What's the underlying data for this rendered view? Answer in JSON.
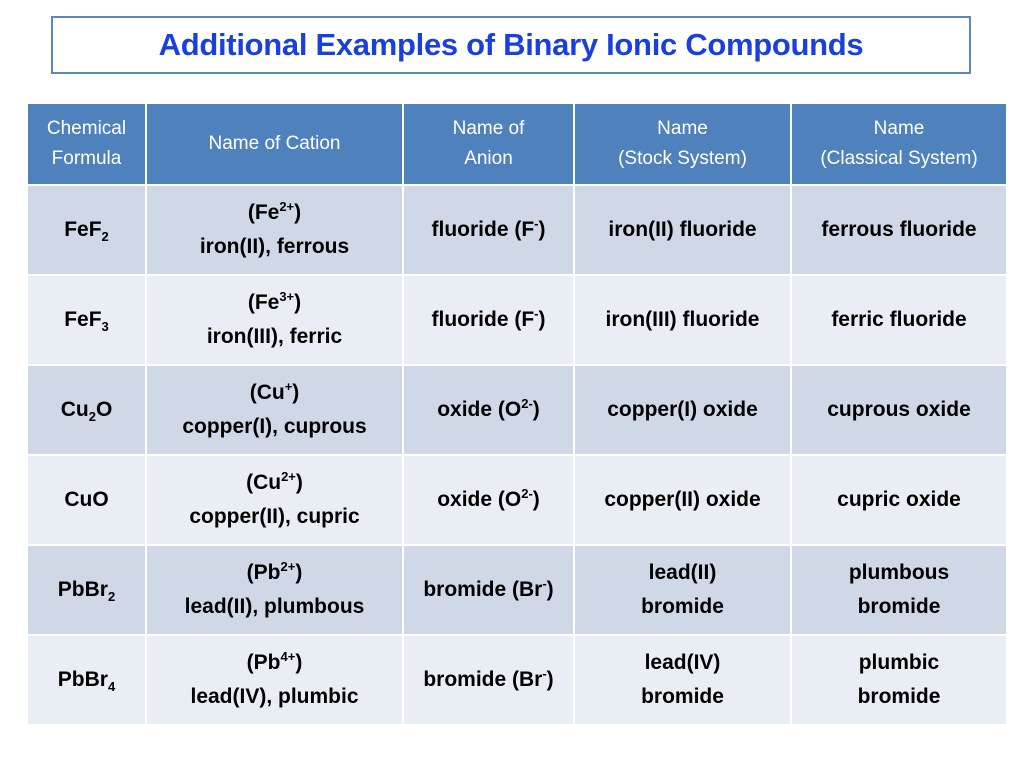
{
  "title": "Additional Examples of Binary Ionic Compounds",
  "colors": {
    "title_text": "#1a3fe0",
    "title_border": "#5b86bf",
    "header_bg": "#4f81bd",
    "row_odd_bg": "#d0d8e8",
    "row_even_bg": "#e9edf4"
  },
  "table": {
    "headers": [
      {
        "line1": "Chemical",
        "line2": "Formula"
      },
      {
        "line1": "Name of Cation",
        "line2": ""
      },
      {
        "line1": "Name of",
        "line2": "Anion"
      },
      {
        "line1": "Name",
        "line2": "(Stock System)"
      },
      {
        "line1": "Name",
        "line2": "(Classical System)"
      }
    ],
    "rows": [
      {
        "formula": {
          "base": "FeF",
          "sub": "2",
          "tail": ""
        },
        "cation": {
          "ion_pre": "(Fe",
          "ion_sup": "2+",
          "ion_post": ")",
          "name": "iron(II), ferrous"
        },
        "anion": {
          "pre": "fluoride (F",
          "sup": "-",
          "post": ")"
        },
        "stock": {
          "line1": "iron(II) fluoride",
          "line2": ""
        },
        "classical": {
          "line1": "ferrous fluoride",
          "line2": ""
        }
      },
      {
        "formula": {
          "base": "FeF",
          "sub": "3",
          "tail": ""
        },
        "cation": {
          "ion_pre": "(Fe",
          "ion_sup": "3+",
          "ion_post": ")",
          "name": "iron(III), ferric"
        },
        "anion": {
          "pre": "fluoride (F",
          "sup": "-",
          "post": ")"
        },
        "stock": {
          "line1": "iron(III) fluoride",
          "line2": ""
        },
        "classical": {
          "line1": "ferric fluoride",
          "line2": ""
        }
      },
      {
        "formula": {
          "base": "Cu",
          "sub": "2",
          "tail": "O"
        },
        "cation": {
          "ion_pre": "(Cu",
          "ion_sup": "+",
          "ion_post": ")",
          "name": "copper(I), cuprous"
        },
        "anion": {
          "pre": "oxide (O",
          "sup": "2-",
          "post": ")"
        },
        "stock": {
          "line1": "copper(I) oxide",
          "line2": ""
        },
        "classical": {
          "line1": "cuprous oxide",
          "line2": ""
        }
      },
      {
        "formula": {
          "base": "CuO",
          "sub": "",
          "tail": ""
        },
        "cation": {
          "ion_pre": "(Cu",
          "ion_sup": "2+",
          "ion_post": ")",
          "name": "copper(II), cupric"
        },
        "anion": {
          "pre": "oxide (O",
          "sup": "2-",
          "post": ")"
        },
        "stock": {
          "line1": "copper(II) oxide",
          "line2": ""
        },
        "classical": {
          "line1": "cupric oxide",
          "line2": ""
        }
      },
      {
        "formula": {
          "base": "PbBr",
          "sub": "2",
          "tail": ""
        },
        "cation": {
          "ion_pre": "(Pb",
          "ion_sup": "2+",
          "ion_post": ")",
          "name": "lead(II), plumbous"
        },
        "anion": {
          "pre": "bromide (Br",
          "sup": "-",
          "post": ")"
        },
        "stock": {
          "line1": "lead(II)",
          "line2": "bromide"
        },
        "classical": {
          "line1": "plumbous",
          "line2": "bromide"
        }
      },
      {
        "formula": {
          "base": "PbBr",
          "sub": "4",
          "tail": ""
        },
        "cation": {
          "ion_pre": "(Pb",
          "ion_sup": "4+",
          "ion_post": ")",
          "name": "lead(IV), plumbic"
        },
        "anion": {
          "pre": "bromide (Br",
          "sup": "-",
          "post": ")"
        },
        "stock": {
          "line1": "lead(IV)",
          "line2": "bromide"
        },
        "classical": {
          "line1": "plumbic",
          "line2": "bromide"
        }
      }
    ]
  }
}
